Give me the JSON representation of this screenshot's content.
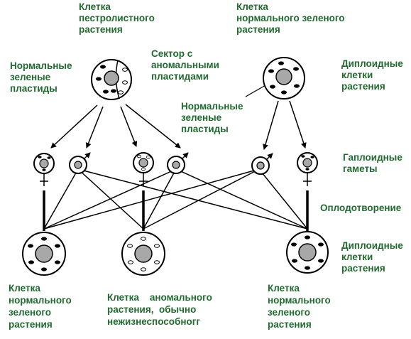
{
  "colors": {
    "label": "#1f6b2e",
    "line": "#000000",
    "nucleus": "#a8a8a8",
    "plastid": "#000000"
  },
  "labels": {
    "variegated_cell": [
      "Клетка",
      "пестролистного",
      "растения"
    ],
    "normal_green_cell": [
      "Клетка",
      "нормального зеленого",
      "растения"
    ],
    "normal_plastids_left": [
      "Нормальные",
      "зеленые",
      "пластиды"
    ],
    "sector_abnormal": [
      "Сектор с",
      "аномальными",
      "пластидами"
    ],
    "diploid_cells_top": [
      "Диплоидные",
      "клетки",
      "растения"
    ],
    "normal_plastids_mid": [
      "Нормальные",
      "зеленые",
      "пластиды"
    ],
    "haploid_gametes": [
      "Гаплоидные",
      "гаметы"
    ],
    "fertilization": [
      "Оплодотворение"
    ],
    "diploid_cells_bottom": [
      "Диплоидные",
      "клетки",
      "растения"
    ],
    "offspring_left": [
      "Клетка",
      "нормального",
      "зеленого",
      "растения"
    ],
    "offspring_middle": [
      "Клетка    аномального",
      "растения,  обычно",
      "нежизнеспособногг"
    ],
    "offspring_right": [
      "Клетка",
      "нормального",
      "зеленого",
      "растения"
    ]
  },
  "icons": {
    "female_symbol": "female-symbol-icon",
    "male_symbol": "male-symbol-icon",
    "arrow": "arrow-icon"
  }
}
